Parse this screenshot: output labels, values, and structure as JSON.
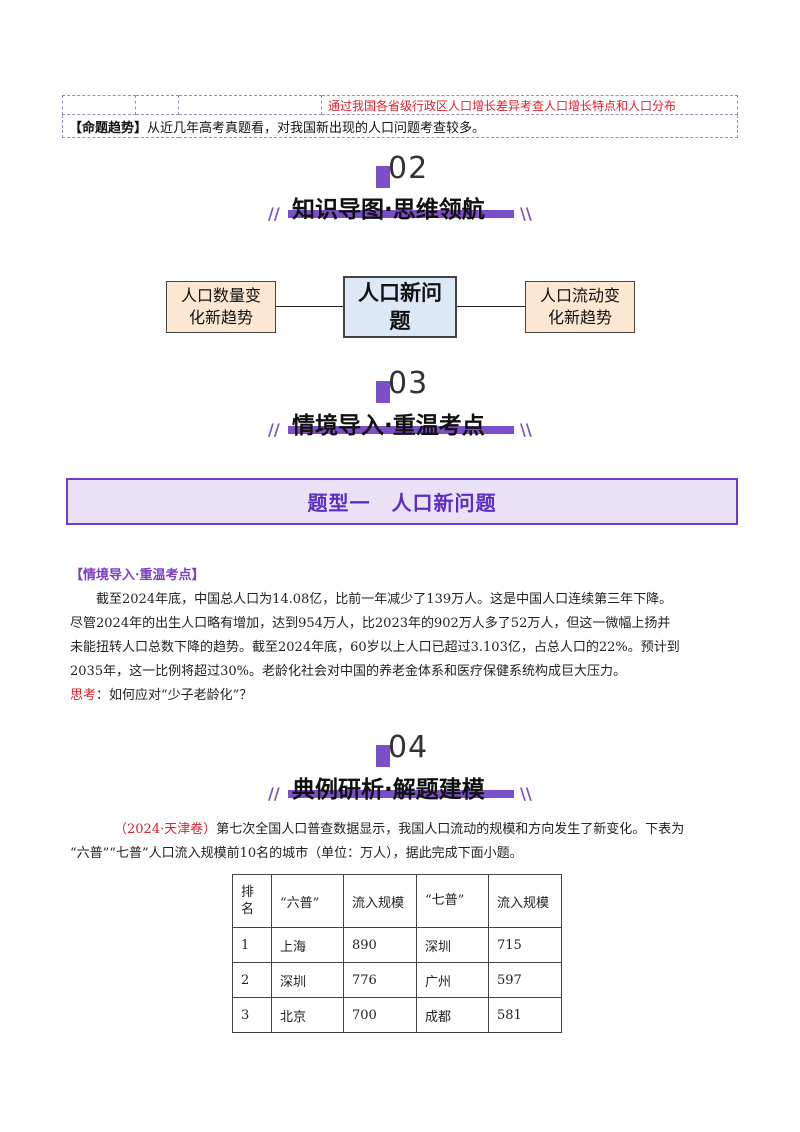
{
  "top_table": {
    "row1_text": "通过我国各省级行政区人口增长差异考查人口增长特点和人口分布",
    "row2_label": "【命题趋势】",
    "row2_text": "从近几年高考真题看，对我国新出现的人口问题考查较多。"
  },
  "sections": [
    {
      "num": "02",
      "title": "知识导图·思维领航"
    },
    {
      "num": "03",
      "title": "情境导入·重温考点"
    },
    {
      "num": "04",
      "title": "典例研析·解题建模"
    }
  ],
  "mindmap": {
    "left_line1": "人口数量变",
    "left_line2": "化新趋势",
    "center_line1": "人口新问",
    "center_line2": "题",
    "right_line1": "人口流动变",
    "right_line2": "化新趋势"
  },
  "banner": "题型一　人口新问题",
  "intro": {
    "label": "【情境导入·重温考点】",
    "p1": "截至2024年底，中国总人口为14.08亿，比前一年减少了139万人。这是中国人口连续第三年下降。",
    "p2": "尽管2024年的出生人口略有增加，达到954万人，比2023年的902万人多了52万人，但这一微幅上扬并",
    "p3": "未能扭转人口总数下降的趋势。截至2024年底，60岁以上人口已超过3.103亿，占总人口的22%。预计到",
    "p4": "2035年，这一比例将超过30%。老龄化社会对中国的养老金体系和医疗保健系统构成巨大压力。",
    "think_label": "思考",
    "think_text": "：如何应对“少子老龄化”？"
  },
  "example": {
    "source": "（2024·天津卷）",
    "text1": "第七次全国人口普查数据显示，我国人口流动的规模和方向发生了新变化。下表为",
    "text2": "“六普”“七普”人口流入规模前10名的城市（单位：万人），据此完成下面小题。"
  },
  "table": {
    "headers": [
      "排名",
      "“六普”",
      "流入规模",
      "“七普”",
      "流入规模"
    ],
    "rows": [
      [
        "1",
        "上海",
        "890",
        "深圳",
        "715"
      ],
      [
        "2",
        "深圳",
        "776",
        "广州",
        "597"
      ],
      [
        "3",
        "北京",
        "700",
        "成都",
        "581"
      ]
    ]
  },
  "colors": {
    "accent": "#7b4fc9",
    "red": "#d9232d",
    "banner_bg": "#e9e1f5"
  }
}
